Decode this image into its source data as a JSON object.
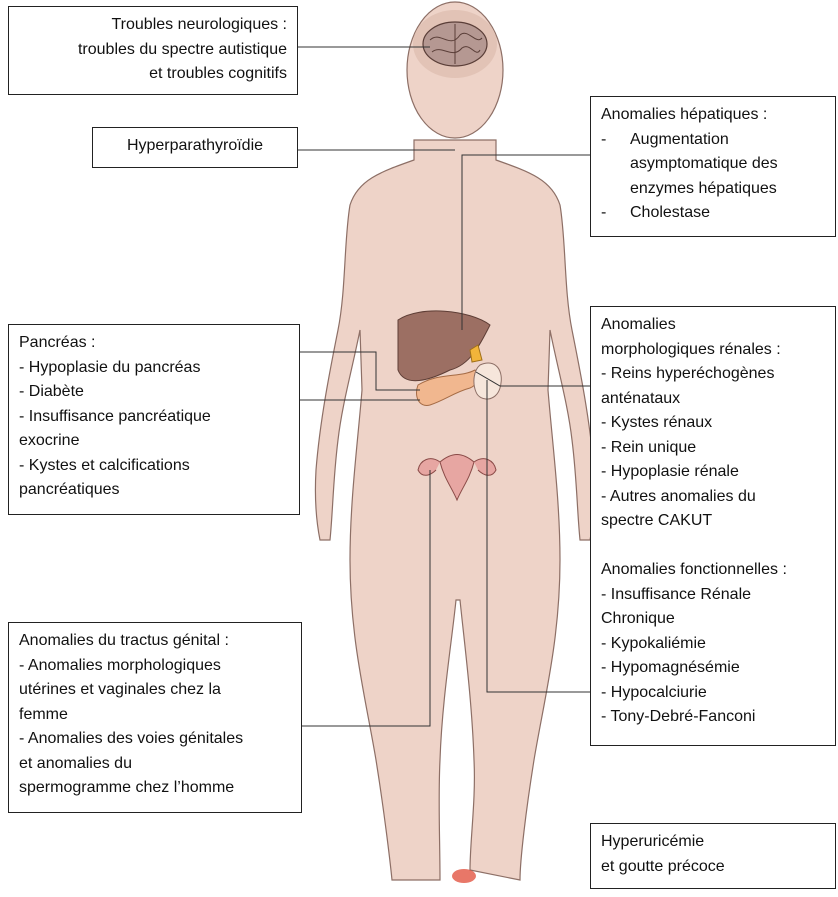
{
  "neuro": {
    "lines": [
      "Troubles neurologiques :",
      "troubles du spectre autistique",
      "et troubles cognitifs"
    ]
  },
  "parathyroid": {
    "label": "Hyperparathyroïdie"
  },
  "hepatic": {
    "title": "Anomalies hépatiques :",
    "items": [
      {
        "dash": "-",
        "lines": [
          "Augmentation",
          "asymptomatique des",
          "enzymes hépatiques"
        ]
      },
      {
        "dash": "-",
        "lines": [
          "Cholestase"
        ]
      }
    ]
  },
  "pancreas": {
    "lines": [
      "Pancréas :",
      "- Hypoplasie du pancréas",
      "- Diabète",
      "- Insuffisance pancréatique",
      "exocrine",
      "- Kystes et calcifications",
      "pancréatiques"
    ]
  },
  "renal": {
    "lines": [
      "Anomalies",
      "morphologiques rénales :",
      "- Reins hyperéchogènes",
      "anténataux",
      "- Kystes rénaux",
      "- Rein unique",
      "- Hypoplasie rénale",
      "- Autres anomalies du",
      "spectre  CAKUT",
      "",
      "Anomalies fonctionnelles :",
      "- Insuffisance Rénale",
      "Chronique",
      "- Kypokaliémie",
      "- Hypomagnésémie",
      "- Hypocalciurie",
      "- Tony-Debré-Fanconi"
    ]
  },
  "genital": {
    "lines": [
      "Anomalies du tractus génital :",
      "- Anomalies morphologiques",
      "utérines et vaginales chez la",
      "femme",
      "- Anomalies des voies génitales",
      "et anomalies du",
      "spermogramme chez l’homme"
    ]
  },
  "uric": {
    "lines": [
      "Hyperuricémie",
      "et goutte précoce"
    ]
  },
  "colors": {
    "skin": "#eed3c8",
    "skin_edge": "#8d6f66",
    "liver": "#9c6f63",
    "pancreas": "#f1b78f",
    "kidney": "#f6e6db",
    "uterus": "#e7a6a2",
    "brain": "#b59892",
    "gout": "#e04a35",
    "leader": "#333333"
  }
}
